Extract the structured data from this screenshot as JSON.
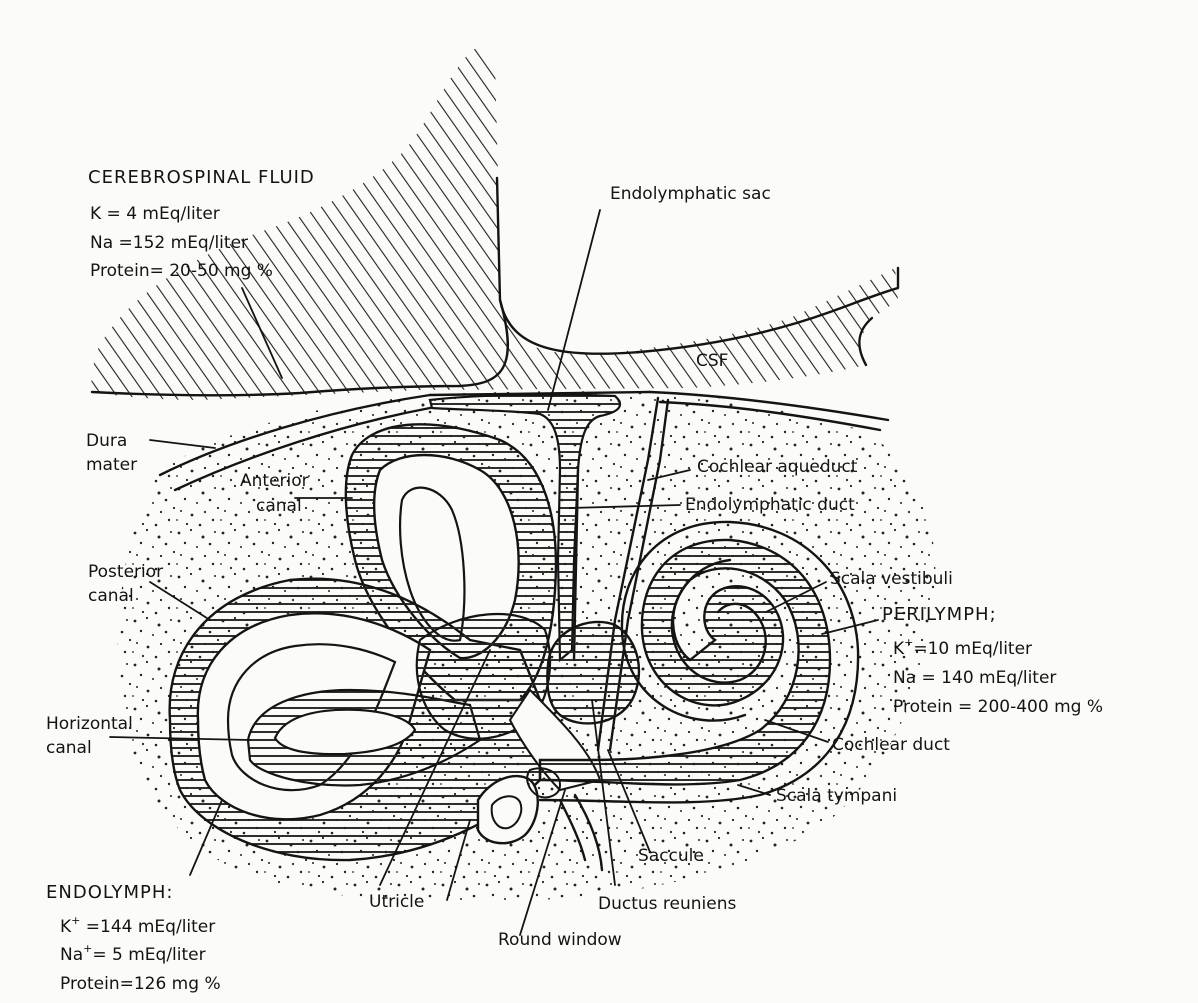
{
  "csf_block": {
    "title": "CEREBROSPINAL FLUID",
    "k": "K  = 4 mEq/liter",
    "na": "Na =152 mEq/liter",
    "protein": "Protein= 20-50 mg %"
  },
  "perilymph_block": {
    "title": "PERILYMPH;",
    "k_prefix": "K",
    "k_sup": "+",
    "k_rest": "=10 mEq/liter",
    "na": "Na  = 140 mEq/liter",
    "protein": "Protein = 200-400 mg %"
  },
  "endolymph_block": {
    "title": "ENDOLYMPH:",
    "k_prefix": "K",
    "k_sup": "+",
    "k_rest": " =144 mEq/liter",
    "na_prefix": "Na",
    "na_sup": "+",
    "na_rest": "= 5 mEq/liter",
    "protein": "Protein=126 mg %"
  },
  "labels": {
    "endolymphatic_sac": "Endolymphatic sac",
    "csf": "CSF",
    "dura_line1": "Dura",
    "dura_line2": "mater",
    "anterior_line1": "Anterior",
    "anterior_line2": "canal",
    "cochlear_aqueduct": "Cochlear aqueduct",
    "endolymphatic_duct": "Endolymphatic duct",
    "posterior_line1": "Posterior",
    "posterior_line2": "canal",
    "scala_vestibuli": "Scala vestibuli",
    "horizontal_line1": "Horizontal",
    "horizontal_line2": "canal",
    "cochlear_duct": "Cochlear duct",
    "scala_tympani": "Scala tympani",
    "saccule": "Saccule",
    "utricle": "Utricle",
    "ductus_reuniens": "Ductus reuniens",
    "round_window": "Round window"
  }
}
